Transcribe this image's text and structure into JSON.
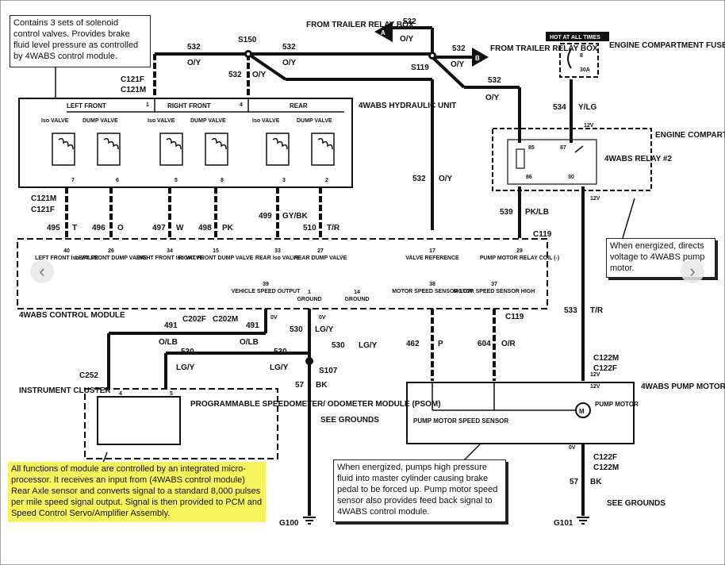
{
  "notes": {
    "solenoid": "Contains 3 sets of solenoid control valves. Provides brake fluid level pressure as controlled by 4WABS control module.",
    "relay": "When energized, directs voltage to 4WABS pump motor.",
    "pump": "When energized, pumps high pressure fluid into master cylinder causing brake pedal to be forced up. Pump motor speed sensor also provides feed back signal to 4WABS control module.",
    "module": "All functions of module are controlled by an integrated micro-processor. It receives an input from (4WABS control module) Rear Axle sensor and converts signal to a standard 8,000 pulses per mile speed signal output. Signal is then provided to PCM and Speed Control Servo/Amplifier Assembly."
  },
  "labels": {
    "trailer_relay_a": "FROM TRAILER RELAY BOX",
    "trailer_relay_b": "FROM TRAILER RELAY BOX",
    "hot_at_all_times": "HOT AT ALL TIMES",
    "engine_fuse_top": "ENGINE COMPARTMENT FUSE BOX",
    "engine_fuse_mid": "ENGINE COMPARTMENT FUSE BOX",
    "hydraulic_unit": "4WABS HYDRAULIC UNIT",
    "relay2": "4WABS RELAY #2",
    "control_module": "4WABS CONTROL MODULE",
    "instrument_cluster": "INSTRUMENT CLUSTER",
    "psom": "PROGRAMMABLE SPEEDOMETER/ ODOMETER MODULE (PSOM)",
    "pump_motor_block": "4WABS PUMP MOTOR",
    "pump_speed_sensor": "PUMP MOTOR SPEED SENSOR",
    "pump_motor_inner": "PUMP MOTOR",
    "see_grounds_1": "SEE GROUNDS",
    "see_grounds_2": "SEE GROUNDS",
    "left_front": "LEFT FRONT",
    "right_front": "RIGHT FRONT",
    "rear": "REAR",
    "iso_valve": "Iso VALVE",
    "dump_valve": "DUMP VALVE"
  },
  "connectors": {
    "s150": "S150",
    "s119": "S119",
    "s107": "S107",
    "c121f_top": "C121F",
    "c121m_top": "C121M",
    "c121m_bot": "C121M",
    "c121f_bot": "C121F",
    "c119_a": "C119",
    "c119_b": "C119",
    "c202f": "C202F",
    "c202m": "C202M",
    "c252": "C252",
    "c122m_top": "C122M",
    "c122f_top": "C122F",
    "c122f_bot": "C122F",
    "c122m_bot": "C122M",
    "g100": "G100",
    "g101": "G101",
    "a": "A",
    "b": "B"
  },
  "fuse": {
    "num": "8",
    "amps": "30A"
  },
  "relay_pins": {
    "p85": "85",
    "p87": "87",
    "p86": "86",
    "p30": "30"
  },
  "wires": {
    "w532_a": "532",
    "w532_b": "532",
    "w532_c": "532",
    "w532_d": "532",
    "w532_e": "532",
    "w532_f": "532",
    "oy_a": "O/Y",
    "oy_b": "O/Y",
    "oy_c": "O/Y",
    "oy_d": "O/Y",
    "oy_e": "O/Y",
    "w532_vert": "532",
    "oy_vert": "O/Y",
    "w534": "534",
    "ylg": "Y/LG",
    "w539": "539",
    "pklb": "PK/LB",
    "w533": "533",
    "tr_right": "T/R",
    "w495": "495",
    "c495": "T",
    "w496": "496",
    "c496": "O",
    "w497": "497",
    "c497": "W",
    "w498": "498",
    "c498": "PK",
    "w499": "499",
    "c499": "GY/BK",
    "w510": "510",
    "c510": "T/R",
    "w491_a": "491",
    "w491_b": "491",
    "olb_a": "O/LB",
    "olb_b": "O/LB",
    "w530_a": "530",
    "w530_b": "530",
    "w530_c": "530",
    "w530_d": "530",
    "lgy_a": "LG/Y",
    "lgy_b": "LG/Y",
    "lgy_c": "LG/Y",
    "lgy_d": "LG/Y",
    "w462": "462",
    "c462": "P",
    "w604": "604",
    "c604": "O/R",
    "w57_a": "57",
    "bk_a": "BK",
    "w57_b": "57",
    "bk_b": "BK",
    "v12_a": "12V",
    "v12_b": "12V",
    "v12_c": "12V",
    "ov_a": "0V",
    "ov_b": "0V",
    "ov_c": "0V"
  },
  "hydraulic_pins": [
    "1",
    "4",
    "7",
    "6",
    "5",
    "8",
    "3",
    "2"
  ],
  "module_pins": [
    {
      "num": "40",
      "name": "LEFT FRONT Iso VALVE"
    },
    {
      "num": "26",
      "name": "LEFT FRONT DUMP VALVE"
    },
    {
      "num": "34",
      "name": "RIGHT FRONT Iso VALVE"
    },
    {
      "num": "15",
      "name": "RIGHT FRONT DUMP VALVE"
    },
    {
      "num": "33",
      "name": "REAR Iso VALVE"
    },
    {
      "num": "27",
      "name": "REAR DUMP VALVE"
    },
    {
      "num": "17",
      "name": "VALVE REFERENCE"
    },
    {
      "num": "29",
      "name": "PUMP MOTOR RELAY COIL (-)"
    },
    {
      "num": "39",
      "name": "VEHICLE SPEED OUTPUT"
    },
    {
      "num": "1",
      "name": "GROUND"
    },
    {
      "num": "14",
      "name": "GROUND"
    },
    {
      "num": "38",
      "name": "MOTOR SPEED SENSOR LOW"
    },
    {
      "num": "37",
      "name": "MOTOR SPEED SENSOR HIGH"
    }
  ],
  "psom_pins": [
    "4",
    "5"
  ],
  "pump_v": "12V",
  "nav": {
    "prev": "‹",
    "next": "›"
  }
}
